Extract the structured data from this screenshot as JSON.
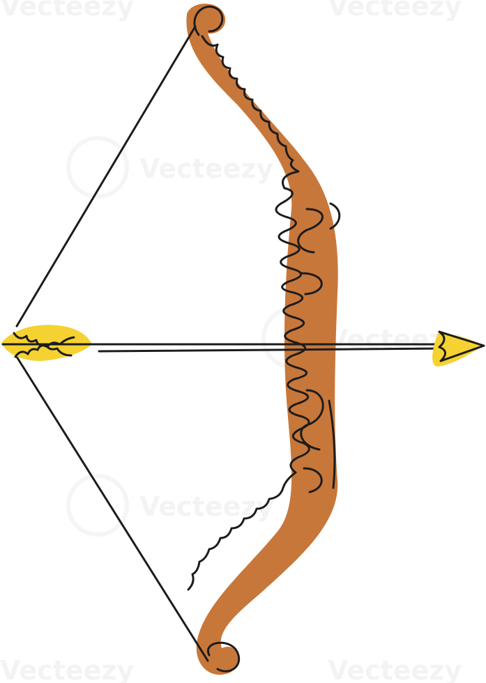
{
  "illustration": {
    "subject": "bow-and-arrow",
    "style": "single continuous line drawing"
  },
  "watermark": {
    "text": "Vecteezy"
  },
  "colors": {
    "background": "#ffffff",
    "bow_fill": "#c8773a",
    "fletching_fill": "#f5d231",
    "line": "#1c1c1c"
  }
}
